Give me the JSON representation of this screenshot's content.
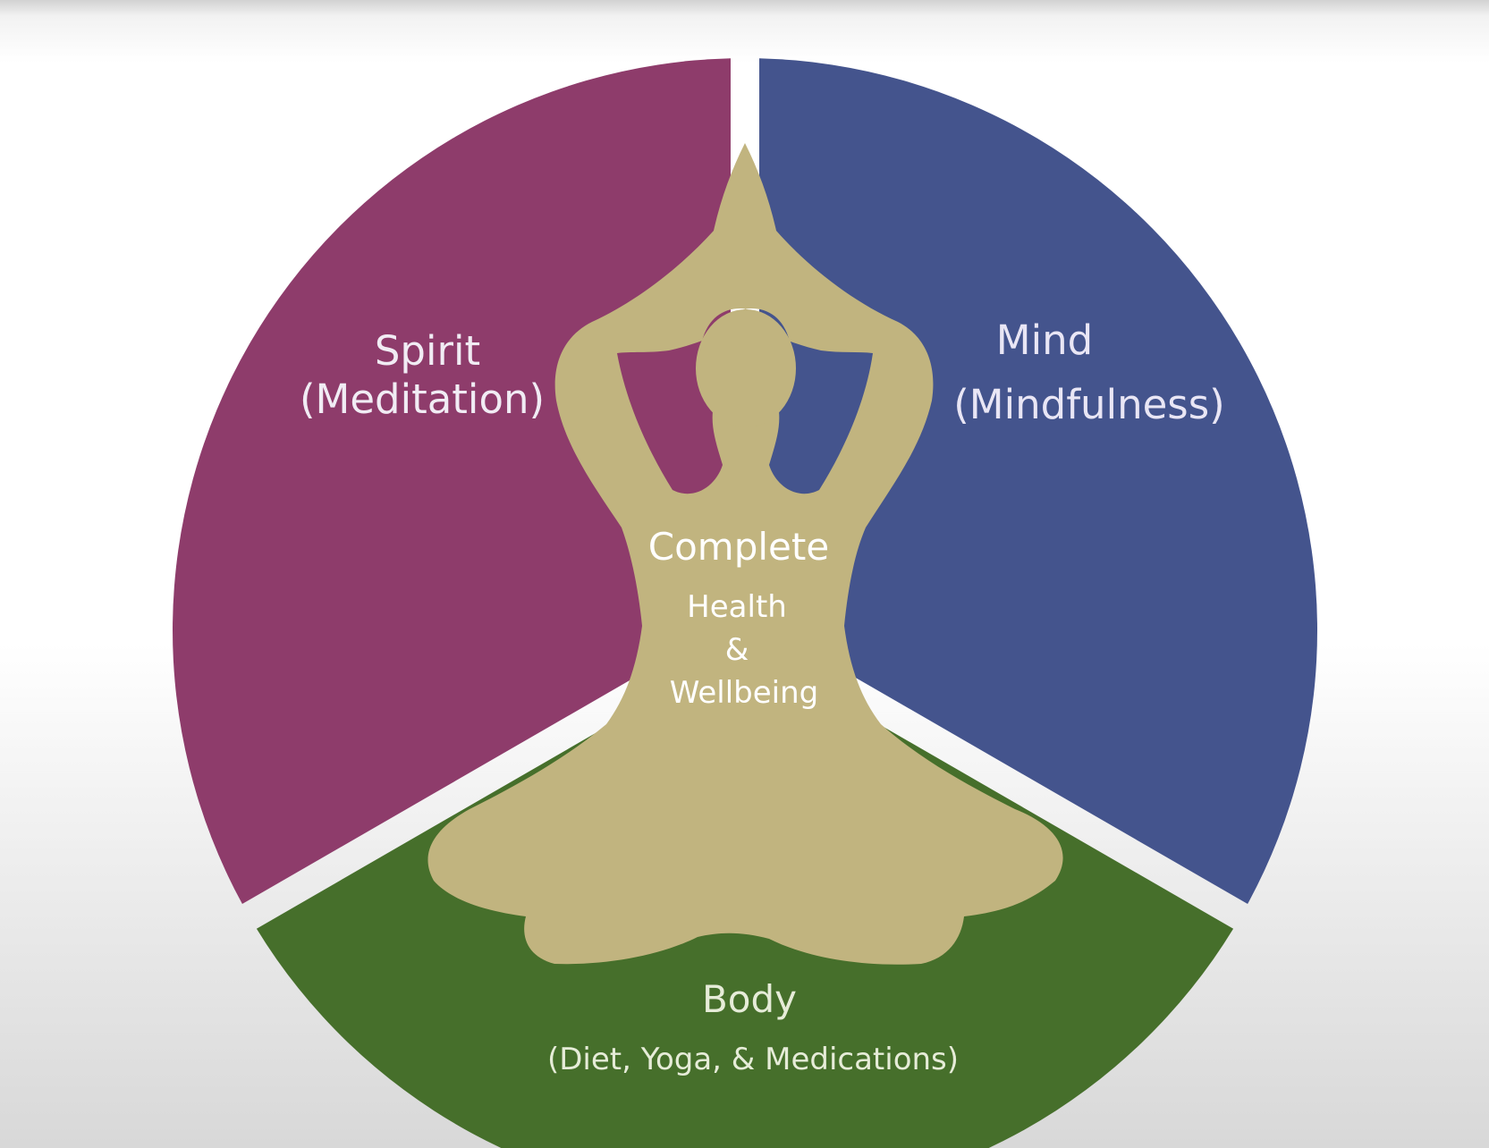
{
  "diagram": {
    "segments": [
      {
        "id": "spirit",
        "title": "Spirit",
        "subtitle": "(Meditation)",
        "color": "#8e3c6b"
      },
      {
        "id": "mind",
        "title": "Mind",
        "subtitle": "(Mindfulness)",
        "color": "#44548d"
      },
      {
        "id": "body",
        "title": "Body",
        "subtitle": "(Diet, Yoga, & Medications)",
        "color": "#466f2b"
      }
    ],
    "center": {
      "line1": "Complete",
      "line2": "Health",
      "line3": "&",
      "line4": "Wellbeing"
    },
    "figure": {
      "icon": "meditating-person-icon",
      "color": "#c1b47f"
    },
    "gap_color": "#ffffff"
  }
}
